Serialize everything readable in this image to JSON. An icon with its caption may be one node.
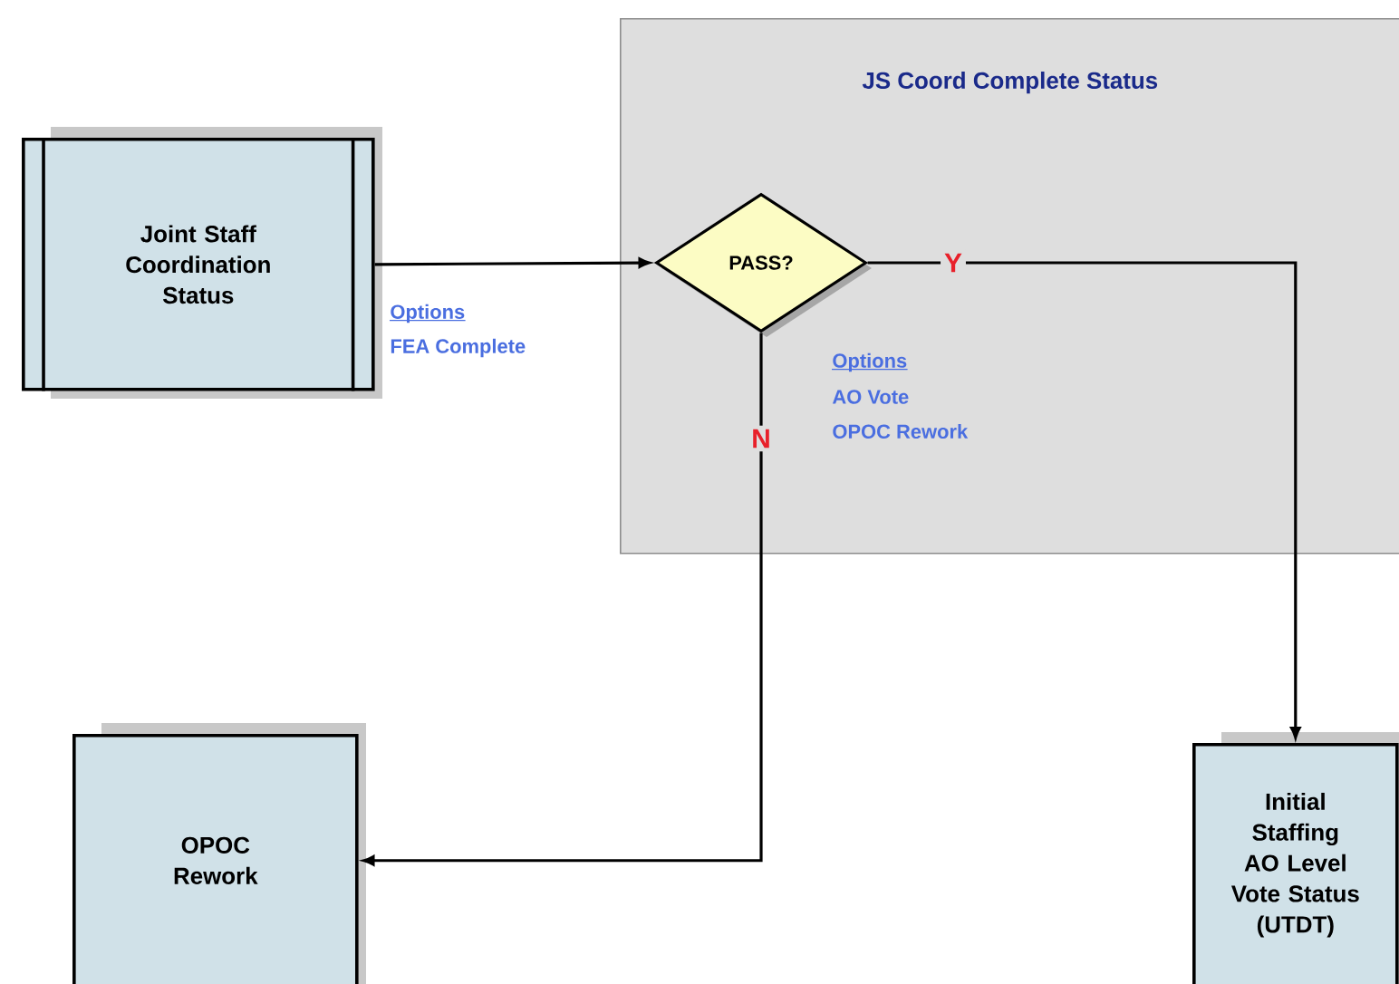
{
  "diagram": {
    "nodes": [
      {
        "text": [
          "JS Coord Complete Status"
        ]
      },
      {
        "text": [
          "Joint Staff Coordination Status"
        ]
      },
      {
        "text": [
          "PASS?"
        ],
        "in": 0
      },
      {
        "text": [
          "OPOC Rework"
        ]
      },
      {
        "text": [
          "Initial Staffing AO Level Vote Status (UTDT)"
        ]
      }
    ],
    "edges": [
      {
        "from": 1,
        "to": 2,
        "arrow": "to"
      },
      {
        "from": 2,
        "to": 4,
        "arrow": "to",
        "label": "Y"
      },
      {
        "from": 2,
        "to": 3,
        "arrow": "to",
        "label": "N"
      }
    ],
    "labels": [
      "Options",
      "FEA Complete",
      "Options",
      "AO Vote",
      "OPOC Rework"
    ]
  }
}
